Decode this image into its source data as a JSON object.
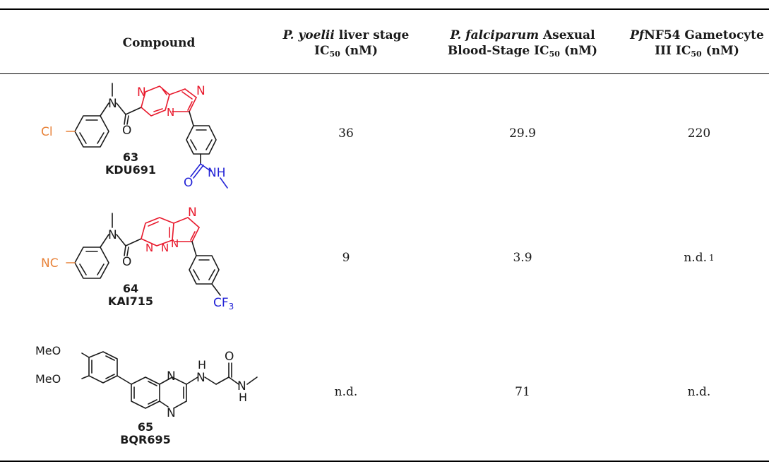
{
  "headers": {
    "compound": "Compound",
    "liver_italic": "P. yoelii",
    "liver_rest": "liver stage",
    "ic50": "IC",
    "ic50_sub": "50",
    "unit": "(nM)",
    "blood_italic": "P. falciparum",
    "blood_line1_rest": "Asexual",
    "blood_line2": "Blood-Stage IC",
    "gam_italic": "Pf",
    "gam_line1_rest": "NF54 Gametocyte",
    "gam_line2": "III IC"
  },
  "rows": [
    {
      "number": "63",
      "name": "KDU691",
      "liver": "36",
      "blood": "29.9",
      "gametocyte": "220",
      "gametocyte_note": "",
      "labels": {
        "cl": "Cl",
        "n1": "N",
        "o1": "O",
        "nA": "N",
        "nB": "N",
        "nC": "N",
        "o2": "O",
        "nh": "NH"
      }
    },
    {
      "number": "64",
      "name": "KAI715",
      "liver": "9",
      "blood": "3.9",
      "gametocyte": "n.d.",
      "gametocyte_note": "1",
      "labels": {
        "nc": "NC",
        "n1": "N",
        "o1": "O",
        "nA": "N",
        "nB": "N",
        "nC": "N",
        "nD": "N",
        "cf": "CF",
        "cf_sub": "3"
      }
    },
    {
      "number": "65",
      "name": "BQR695",
      "liver": "n.d.",
      "blood": "71",
      "gametocyte": "n.d.",
      "gametocyte_note": "",
      "labels": {
        "meo1": "MeO",
        "meo2": "MeO",
        "nA": "N",
        "nB": "N",
        "h1": "H",
        "n1": "N",
        "o": "O",
        "n2": "N",
        "h2": "H"
      }
    }
  ],
  "colors": {
    "red": "#e8192c",
    "blue": "#2323d6",
    "orange": "#e8833a",
    "black": "#1a1a1a"
  }
}
